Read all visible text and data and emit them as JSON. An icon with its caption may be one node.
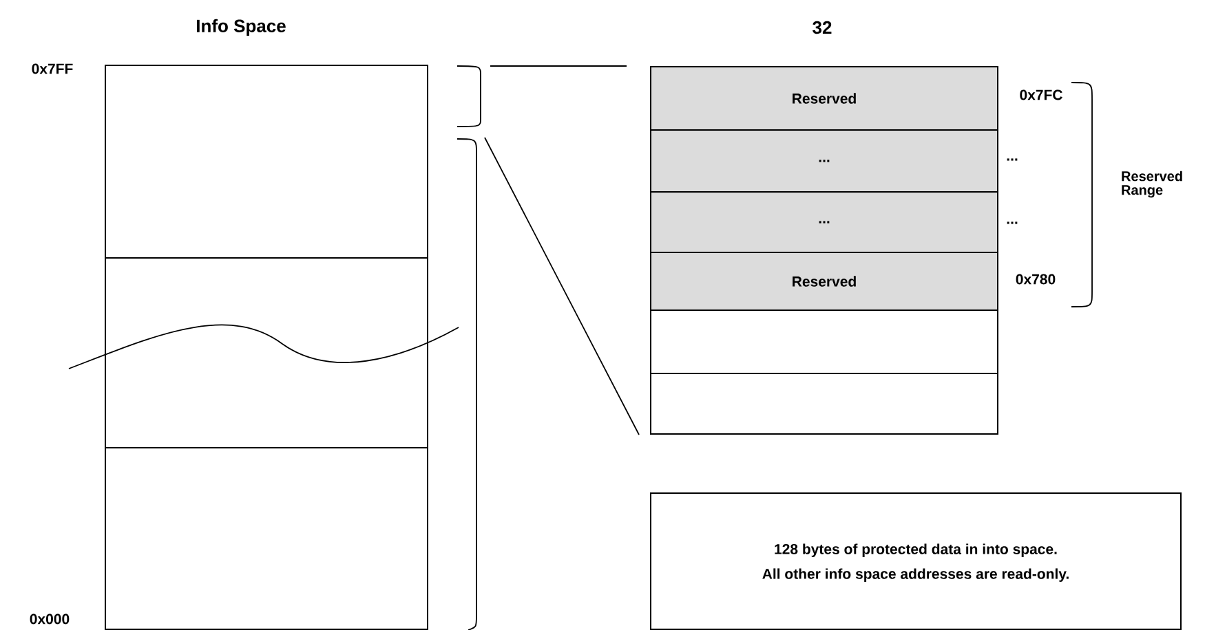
{
  "diagram": {
    "nodes": [
      {
        "text": [],
        "shape": "box"
      },
      {
        "text": [],
        "shape": "box"
      },
      {
        "text": [],
        "shape": "box"
      },
      {
        "text": [
          "Reserved"
        ]
      },
      {
        "text": [
          "..."
        ]
      },
      {
        "text": [
          "..."
        ]
      },
      {
        "text": [
          "Reserved"
        ]
      },
      {
        "text": [],
        "shape": "box"
      },
      {
        "text": [],
        "shape": "box"
      },
      {
        "text": [
          "128 bytes of protected data in into space.",
          "All other info space addresses are read-only."
        ]
      }
    ],
    "labels": [
      "Info Space",
      "32",
      "0x7FF",
      "0x7FC",
      "...",
      "Reserved Range",
      "...",
      "0x780",
      "0x000"
    ]
  }
}
